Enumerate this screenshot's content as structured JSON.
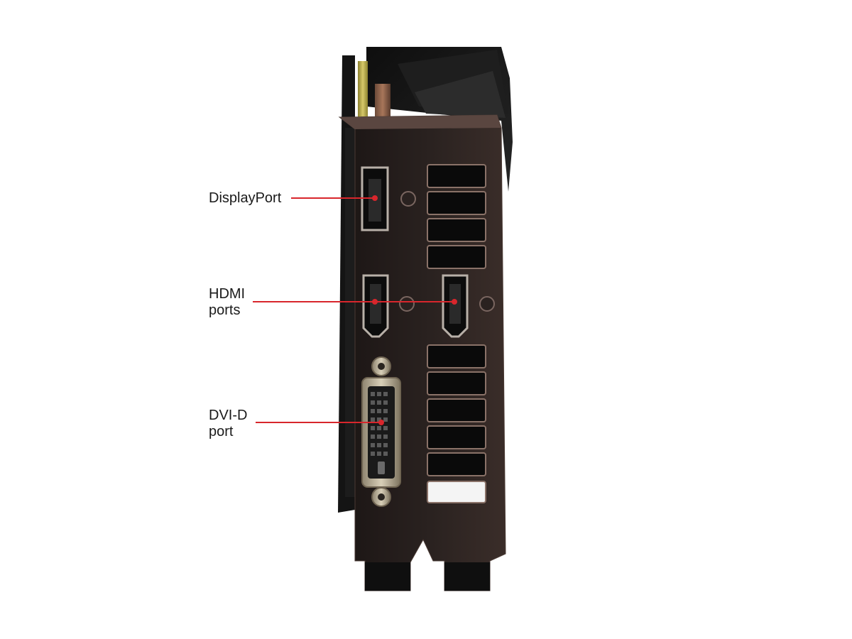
{
  "labels": {
    "displayport": "DisplayPort",
    "hdmi": "HDMI\nports",
    "dvi": "DVI-D\nport"
  },
  "colors": {
    "background": "#ffffff",
    "callout_line": "#d8262c",
    "bracket": "#201a18"
  }
}
